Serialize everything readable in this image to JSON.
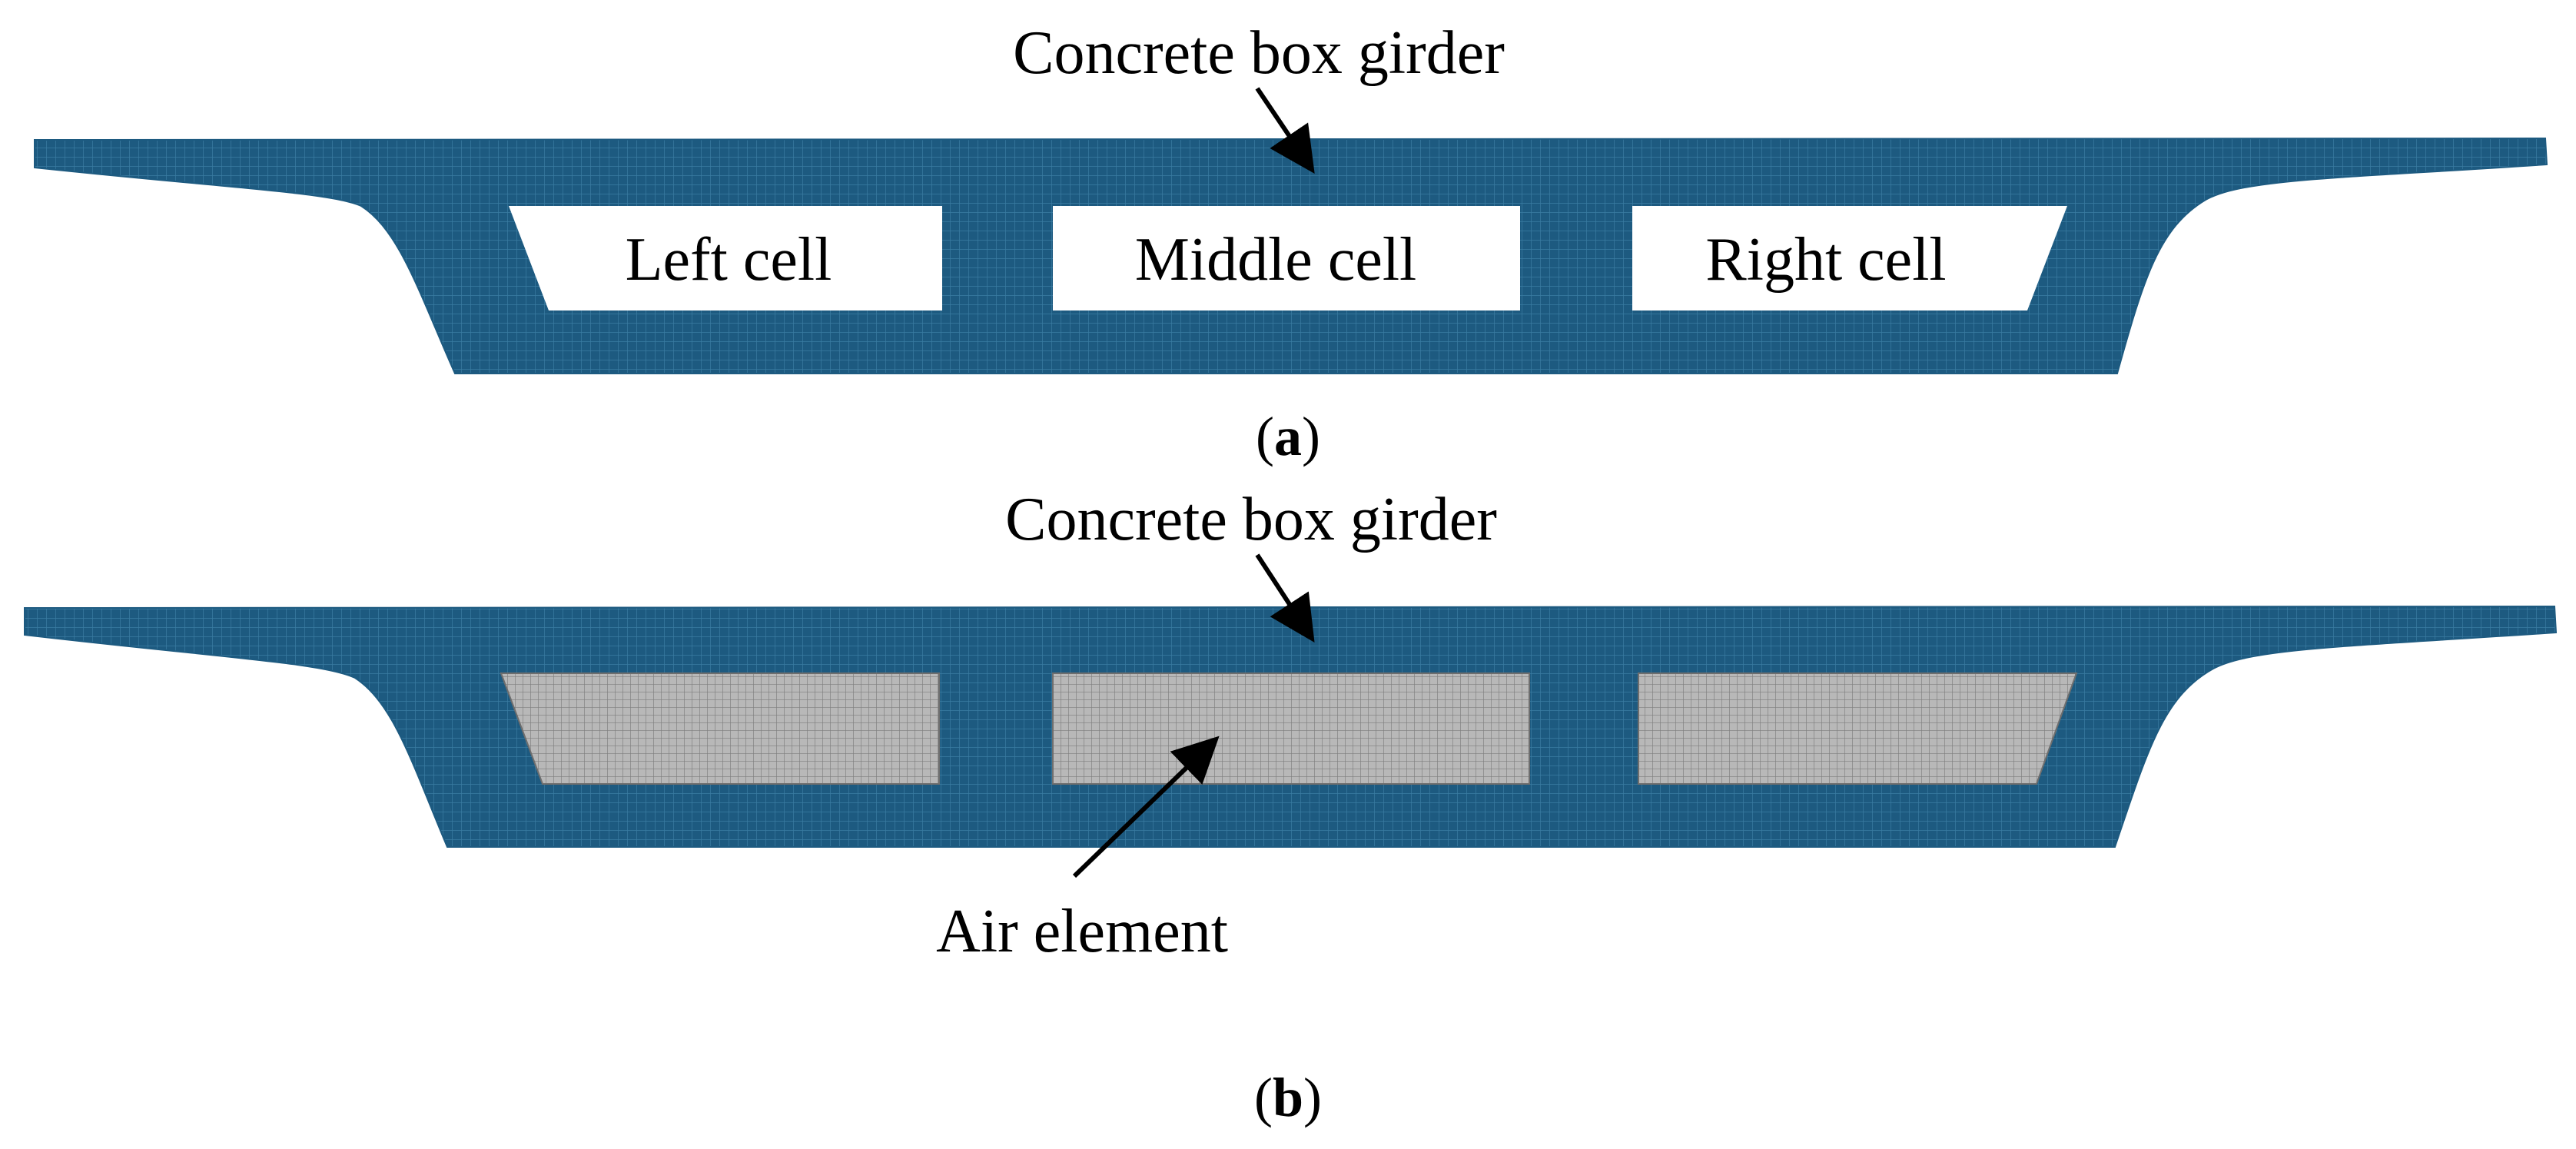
{
  "panel_a": {
    "title": "Concrete box girder",
    "cells": {
      "left": "Left cell",
      "middle": "Middle cell",
      "right": "Right cell"
    },
    "caption": {
      "open": "(",
      "letter": "a",
      "close": ")"
    }
  },
  "panel_b": {
    "title": "Concrete box girder",
    "air_label": "Air element",
    "caption": {
      "open": "(",
      "letter": "b",
      "close": ")"
    }
  },
  "colors": {
    "concrete": "#1d5a80",
    "concrete_mesh": "#3a7ca3",
    "air": "#b8b8b8",
    "air_mesh": "#7d7d7d",
    "cell_void": "#ffffff"
  }
}
